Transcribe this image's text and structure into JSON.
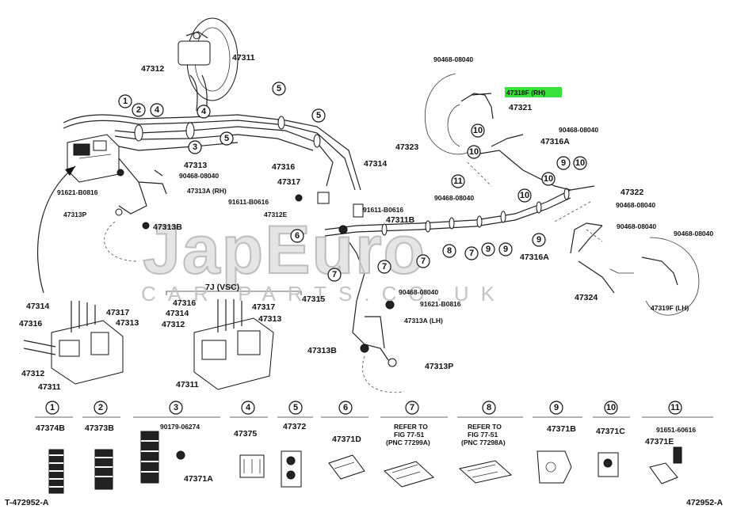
{
  "footer": {
    "left_code": "T-472952-A",
    "right_code": "472952-A"
  },
  "watermark": {
    "brand": "JapEuro",
    "tagline": "CAR PARTS.CO.UK"
  },
  "section_heading": "7J (VSC)",
  "parts_upper": {
    "p47311": "47311",
    "p47312": "47312",
    "p47313": "47313",
    "p47313a_rh": "47313A (RH)",
    "p47313b": "47313B",
    "p47313p": "47313P",
    "p47316": "47316",
    "p47317": "47317",
    "p47312e": "47312E",
    "p47314": "47314",
    "p47311b": "47311B",
    "p47315": "47315",
    "p47313a_lh": "47313A (LH)",
    "p47313b_2": "47313B",
    "p47313p_2": "47313P",
    "p90468_a": "90468-08040",
    "p91621_a": "91621-B0816",
    "p91611_a": "91611-B0616",
    "p91611_b": "91611-B0616",
    "p90468_b": "90468-08040",
    "p91621_b": "91621-B0816"
  },
  "parts_right": {
    "p90468_top": "90468-08040",
    "p47318f_rh": "47318F (RH)",
    "p47321": "47321",
    "p90468_c": "90468-08040",
    "p47323": "47323",
    "p47316a": "47316A",
    "p90468_d": "90468-08040",
    "p47322": "47322",
    "p90468_e": "90468-08040",
    "p90468_f": "90468-08040",
    "p90468_g": "90468-08040",
    "p47316a_2": "47316A",
    "p47324": "47324",
    "p47319f_lh": "47319F (LH)"
  },
  "parts_lower_left": {
    "p47314": "47314",
    "p47317": "47317",
    "p47316": "47316",
    "p47313": "47313",
    "p47312": "47312",
    "p47311": "47311"
  },
  "parts_lower_mid": {
    "p47316": "47316",
    "p47317": "47317",
    "p47314": "47314",
    "p47313": "47313",
    "p47312": "47312",
    "p47311": "47311"
  },
  "callouts": [
    "1",
    "2",
    "3",
    "4",
    "5",
    "6",
    "7",
    "8",
    "9",
    "10",
    "11"
  ],
  "clamps": [
    {
      "num": "1",
      "part": "47374B"
    },
    {
      "num": "2",
      "part": "47373B"
    },
    {
      "num": "3",
      "part": "90179-06274",
      "sub": "47371A"
    },
    {
      "num": "4",
      "part": "47375"
    },
    {
      "num": "5",
      "part": "47372"
    },
    {
      "num": "6",
      "part": "47371D"
    },
    {
      "num": "7",
      "ref1": "REFER TO",
      "ref2": "FIG 77-51",
      "ref3": "(PNC 77299A)"
    },
    {
      "num": "8",
      "ref1": "REFER TO",
      "ref2": "FIG 77-51",
      "ref3": "(PNC 77298A)"
    },
    {
      "num": "9",
      "part": "47371B"
    },
    {
      "num": "10",
      "part": "47371C"
    },
    {
      "num": "11",
      "part": "91651-60616",
      "sub": "47371E"
    }
  ]
}
